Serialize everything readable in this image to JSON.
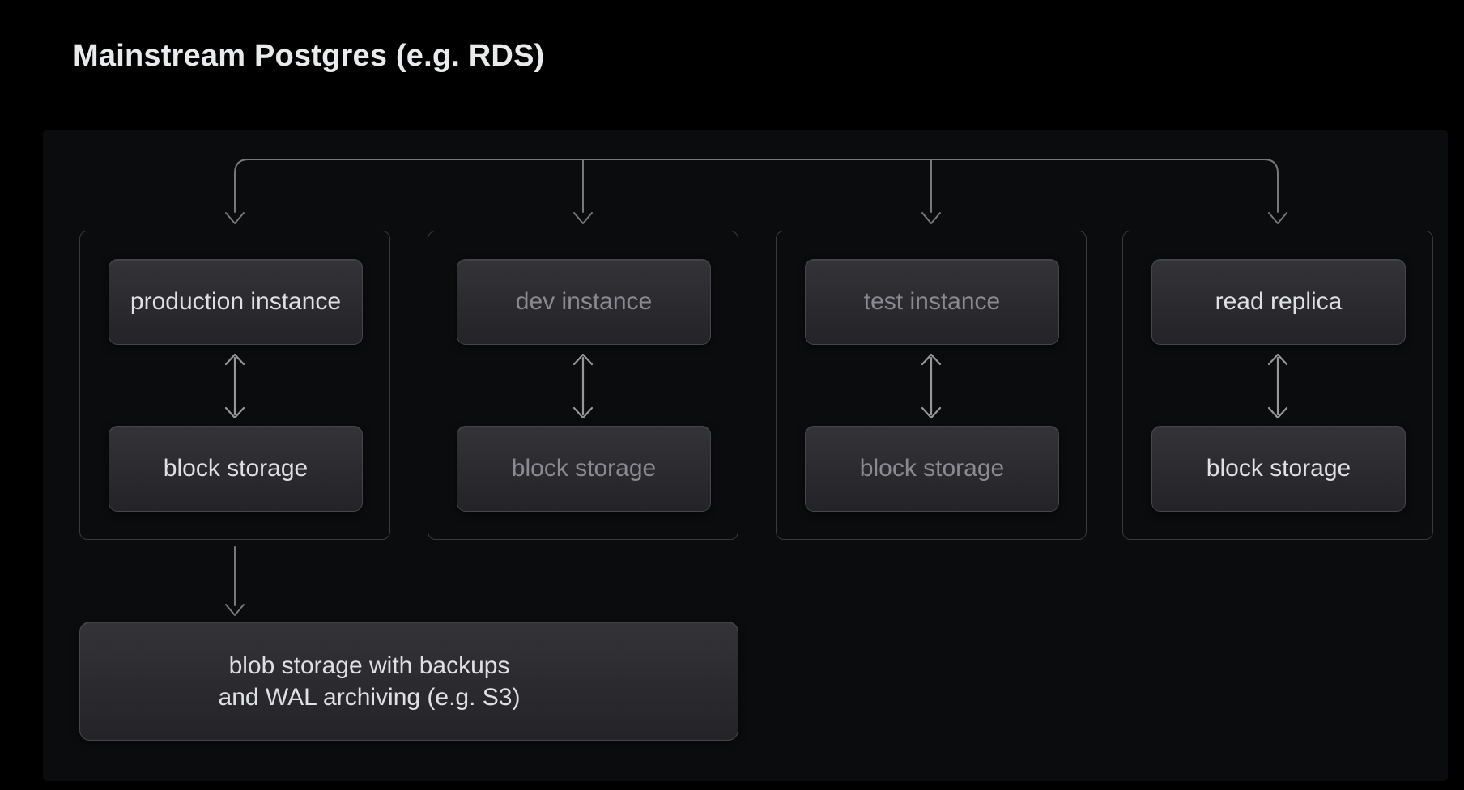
{
  "title": "Mainstream Postgres (e.g. RDS)",
  "colors": {
    "page_bg": "#000000",
    "panel_bg": "#0b0c0d",
    "group_border": "#393a3f",
    "node_border": "#45464c",
    "node_grad_top": "#333338",
    "node_grad_bottom": "#242428",
    "text_bright": "#dfe0e3",
    "text_dim": "#8a8b90",
    "line_color": "#77787c",
    "arrow_color": "#97989c",
    "title_color": "#e9eaec"
  },
  "diagram": {
    "groups": [
      {
        "id": "production",
        "instance_label": "production instance",
        "storage_label": "block storage",
        "tone": "bright"
      },
      {
        "id": "dev",
        "instance_label": "dev instance",
        "storage_label": "block storage",
        "tone": "dim"
      },
      {
        "id": "test",
        "instance_label": "test instance",
        "storage_label": "block storage",
        "tone": "dim"
      },
      {
        "id": "read-replica",
        "instance_label": "read replica",
        "storage_label": "block storage",
        "tone": "bright"
      }
    ],
    "blob": {
      "line1": "blob storage with backups",
      "line2": "and WAL archiving (e.g. S3)"
    }
  }
}
